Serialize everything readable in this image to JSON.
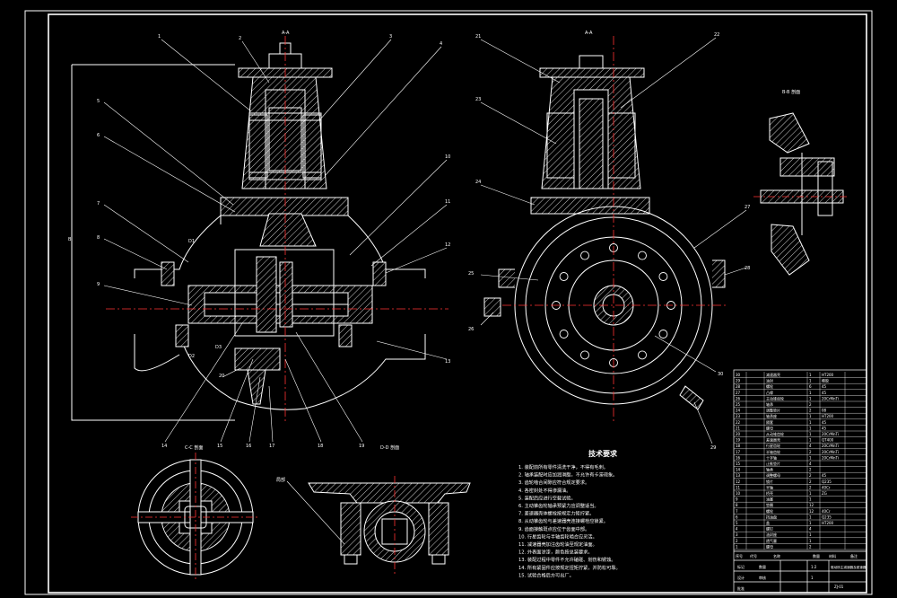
{
  "views": {
    "main_section_label": "A-A",
    "side_view_label": "A-A",
    "bb_section_label": "B-B 剖面",
    "cc_section_label": "C-C 剖面",
    "dd_section_label": "D-D 剖面",
    "detail_label": "局部"
  },
  "callouts_left": [
    "1",
    "2",
    "3",
    "4",
    "5",
    "6",
    "7",
    "8",
    "9",
    "10",
    "11",
    "12",
    "13",
    "14",
    "15",
    "16",
    "17",
    "18",
    "19",
    "20"
  ],
  "callouts_right": [
    "21",
    "22",
    "23",
    "24",
    "25",
    "26",
    "27",
    "28",
    "29",
    "30"
  ],
  "dim_labels": [
    "D1",
    "D2",
    "D3",
    "B"
  ],
  "tech_requirements": {
    "title": "技术要求",
    "items": [
      "1. 装配前所有零件清洗干净，不得有毛刺。",
      "2. 轴承装配时应加润滑脂，不允许有卡滞现象。",
      "3. 齿轮啮合间隙应符合规定要求。",
      "4. 各密封处不得渗漏油。",
      "5. 装配后应进行空载试验。",
      "6. 主动锥齿轮轴承预紧力应调整适当。",
      "7. 差速器壳体螺栓按规定力矩拧紧。",
      "8. 从动锥齿轮与差速器壳连接螺栓应锁紧。",
      "9. 齿面接触斑点应位于齿面中部。",
      "10. 行星齿轮与半轴齿轮啮合应灵活。",
      "11. 减速器壳加注齿轮油至规定油面。",
      "12. 外表面涂漆，颜色按总装要求。",
      "13. 装配过程中零件不允许磕碰、划伤和锈蚀。",
      "14. 所有紧固件应按规定扭矩拧紧，并防松可靠。",
      "15. 试验合格后方可出厂。"
    ]
  },
  "title_block": {
    "drawing_title": "驱动桥主减速器及差速器",
    "drawing_number": "ZJ-01",
    "scale": "1:2",
    "sheet": "1",
    "design_label": "设计",
    "check_label": "审核",
    "approve_label": "批准",
    "mark_label": "标记",
    "qty_label": "数量",
    "header_cols": [
      "序号",
      "代号",
      "名称",
      "数量",
      "材料",
      "备注"
    ]
  },
  "parts_rows": [
    [
      "30",
      "",
      "减速器壳",
      "1",
      "HT200",
      ""
    ],
    [
      "29",
      "",
      "油封",
      "1",
      "橡胶",
      ""
    ],
    [
      "28",
      "",
      "螺栓",
      "6",
      "45",
      ""
    ],
    [
      "27",
      "",
      "凸缘",
      "1",
      "45",
      ""
    ],
    [
      "26",
      "",
      "主动锥齿轮",
      "1",
      "20CrMnTi",
      ""
    ],
    [
      "25",
      "",
      "轴承",
      "2",
      "",
      ""
    ],
    [
      "24",
      "",
      "调整垫片",
      "2",
      "08",
      ""
    ],
    [
      "23",
      "",
      "轴承座",
      "1",
      "HT200",
      ""
    ],
    [
      "22",
      "",
      "隔套",
      "1",
      "45",
      ""
    ],
    [
      "21",
      "",
      "螺母",
      "1",
      "45",
      ""
    ],
    [
      "20",
      "",
      "从动锥齿轮",
      "1",
      "20CrMnTi",
      ""
    ],
    [
      "19",
      "",
      "差速器壳",
      "1",
      "QT400",
      ""
    ],
    [
      "18",
      "",
      "行星齿轮",
      "4",
      "20CrMnTi",
      ""
    ],
    [
      "17",
      "",
      "半轴齿轮",
      "2",
      "20CrMnTi",
      ""
    ],
    [
      "16",
      "",
      "十字轴",
      "1",
      "20CrMnTi",
      ""
    ],
    [
      "15",
      "",
      "止推垫片",
      "4",
      "",
      ""
    ],
    [
      "14",
      "",
      "轴承",
      "2",
      "",
      ""
    ],
    [
      "13",
      "",
      "调整螺母",
      "2",
      "45",
      ""
    ],
    [
      "12",
      "",
      "锁片",
      "2",
      "Q235",
      ""
    ],
    [
      "11",
      "",
      "半轴",
      "2",
      "40Cr",
      ""
    ],
    [
      "10",
      "",
      "桥壳",
      "1",
      "ZG",
      ""
    ],
    [
      "9",
      "",
      "油塞",
      "1",
      "",
      ""
    ],
    [
      "8",
      "",
      "垫圈",
      "12",
      "",
      ""
    ],
    [
      "7",
      "",
      "螺栓",
      "12",
      "40Cr",
      ""
    ],
    [
      "6",
      "",
      "挡油盘",
      "1",
      "Q235",
      ""
    ],
    [
      "5",
      "",
      "盖",
      "1",
      "HT200",
      ""
    ],
    [
      "4",
      "",
      "螺钉",
      "4",
      "",
      ""
    ],
    [
      "3",
      "",
      "油封座",
      "1",
      "",
      ""
    ],
    [
      "2",
      "",
      "透气塞",
      "1",
      "",
      ""
    ],
    [
      "1",
      "",
      "螺母",
      "2",
      "",
      ""
    ]
  ],
  "colors": {
    "background": "#000000",
    "lines": "#ffffff",
    "centerline": "#ff3333",
    "leader": "#ffffff"
  }
}
